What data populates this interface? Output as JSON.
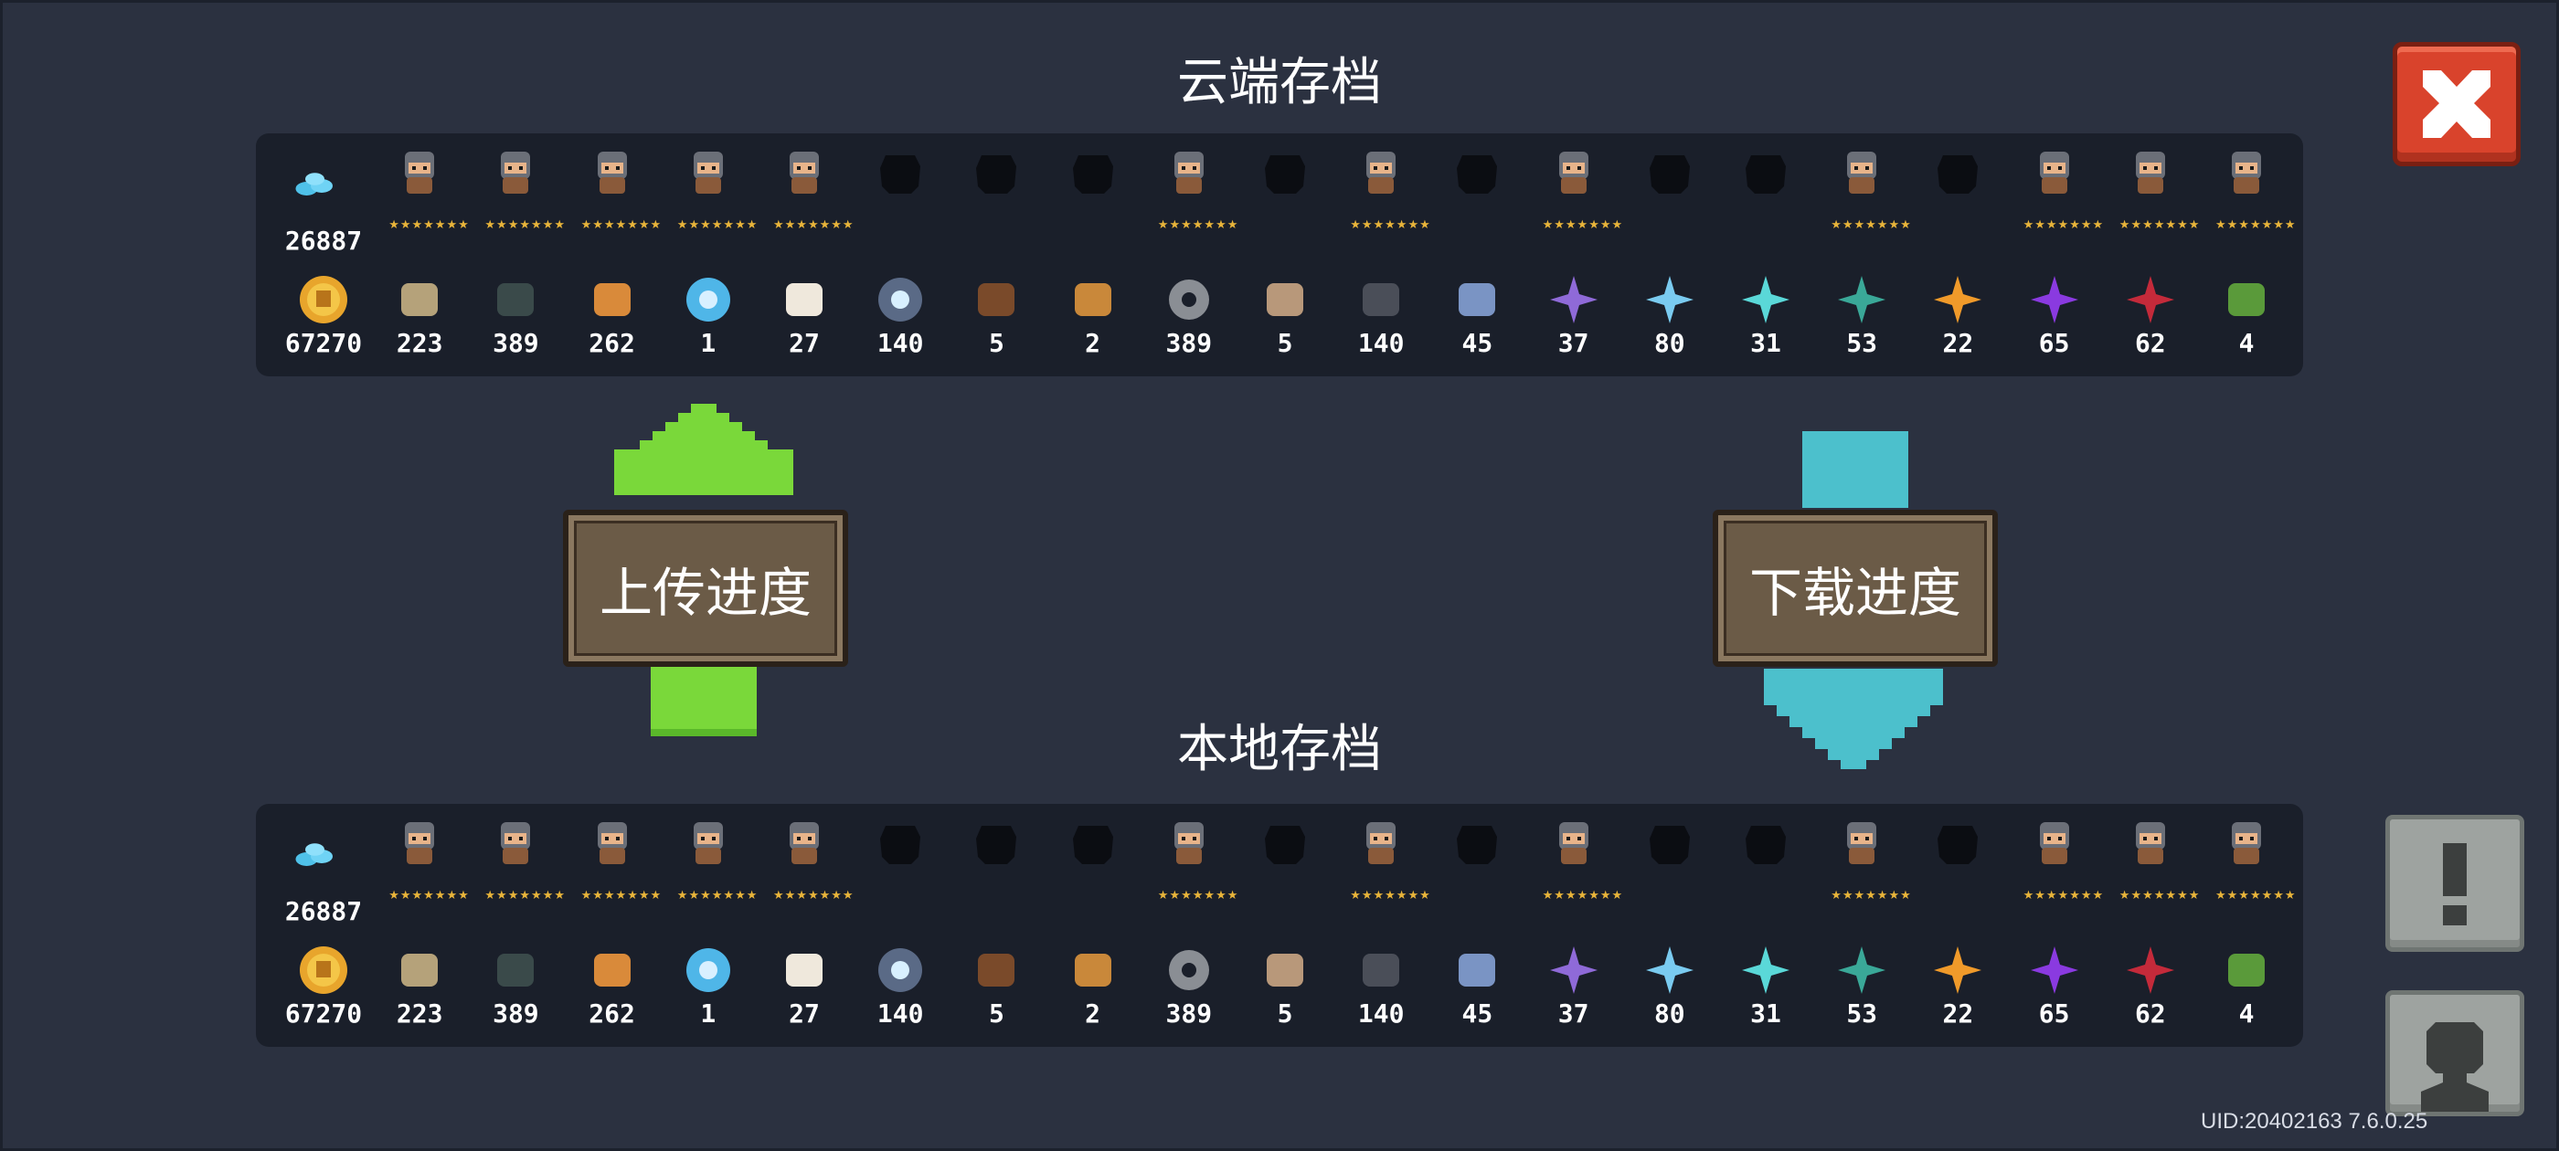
{
  "cloud_title": "云端存档",
  "local_title": "本地存档",
  "upload_label": "上传进度",
  "download_label": "下载进度",
  "uid_text": "UID:20402163 7.6.0.25",
  "gem_count": "26887",
  "stars_label": "★★★★★★★",
  "heroes": [
    {
      "name": "knight-icon",
      "unlocked": true
    },
    {
      "name": "rogue-icon",
      "unlocked": true
    },
    {
      "name": "witch-icon",
      "unlocked": true
    },
    {
      "name": "assassin-icon",
      "unlocked": true
    },
    {
      "name": "engineer-icon",
      "unlocked": true
    },
    {
      "name": "locked-hero-silhouette-icon",
      "unlocked": false
    },
    {
      "name": "locked-hero-silhouette-icon",
      "unlocked": false
    },
    {
      "name": "locked-hero-silhouette-icon",
      "unlocked": false
    },
    {
      "name": "elf-icon",
      "unlocked": true
    },
    {
      "name": "locked-hero-silhouette-icon",
      "unlocked": false
    },
    {
      "name": "priest-icon",
      "unlocked": true
    },
    {
      "name": "locked-hero-silhouette-icon",
      "unlocked": false
    },
    {
      "name": "robot-icon",
      "unlocked": true
    },
    {
      "name": "locked-hero-silhouette-icon",
      "unlocked": false
    },
    {
      "name": "locked-hero-silhouette-icon",
      "unlocked": false
    },
    {
      "name": "cowboy-icon",
      "unlocked": true
    },
    {
      "name": "locked-hero-silhouette-icon",
      "unlocked": false
    },
    {
      "name": "wizard-icon",
      "unlocked": true
    },
    {
      "name": "golden-mech-icon",
      "unlocked": true
    },
    {
      "name": "flame-creature-icon",
      "unlocked": true
    }
  ],
  "materials": [
    {
      "name": "gold-coin-icon",
      "count": "67270",
      "color": "#e8a52c"
    },
    {
      "name": "cloth-icon",
      "count": "223",
      "color": "#b5a27a"
    },
    {
      "name": "battery-icon",
      "count": "389",
      "color": "#3a4a4a"
    },
    {
      "name": "ore-icon",
      "count": "262",
      "color": "#d98a3a"
    },
    {
      "name": "blue-orb-icon",
      "count": "1",
      "color": "#4fb6e8"
    },
    {
      "name": "sack-icon",
      "count": "27",
      "color": "#efe8dc"
    },
    {
      "name": "feather-disc-icon",
      "count": "140",
      "color": "#5a6a86"
    },
    {
      "name": "hammer-icon",
      "count": "5",
      "color": "#7a4a2a"
    },
    {
      "name": "horn-icon",
      "count": "2",
      "color": "#c9883a"
    },
    {
      "name": "gear-icon",
      "count": "389",
      "color": "#8a8e94"
    },
    {
      "name": "blueprint-icon",
      "count": "5",
      "color": "#b8987a"
    },
    {
      "name": "coal-icon",
      "count": "140",
      "color": "#4a4e58"
    },
    {
      "name": "blue-cloth-icon",
      "count": "45",
      "color": "#7a94c4"
    },
    {
      "name": "purple-crystal-icon",
      "count": "37",
      "color": "#8f6ad8"
    },
    {
      "name": "ice-crystal-icon",
      "count": "80",
      "color": "#7acbf0"
    },
    {
      "name": "cyan-crystal-icon",
      "count": "31",
      "color": "#5ad8d8"
    },
    {
      "name": "teal-crystal-icon",
      "count": "53",
      "color": "#3aa898"
    },
    {
      "name": "orange-crystal-icon",
      "count": "22",
      "color": "#f09a2a"
    },
    {
      "name": "violet-crystal-icon",
      "count": "65",
      "color": "#8a3ae0"
    },
    {
      "name": "red-crystal-icon",
      "count": "62",
      "color": "#c42a3a"
    },
    {
      "name": "green-dragon-icon",
      "count": "4",
      "color": "#5a9a3a"
    }
  ]
}
